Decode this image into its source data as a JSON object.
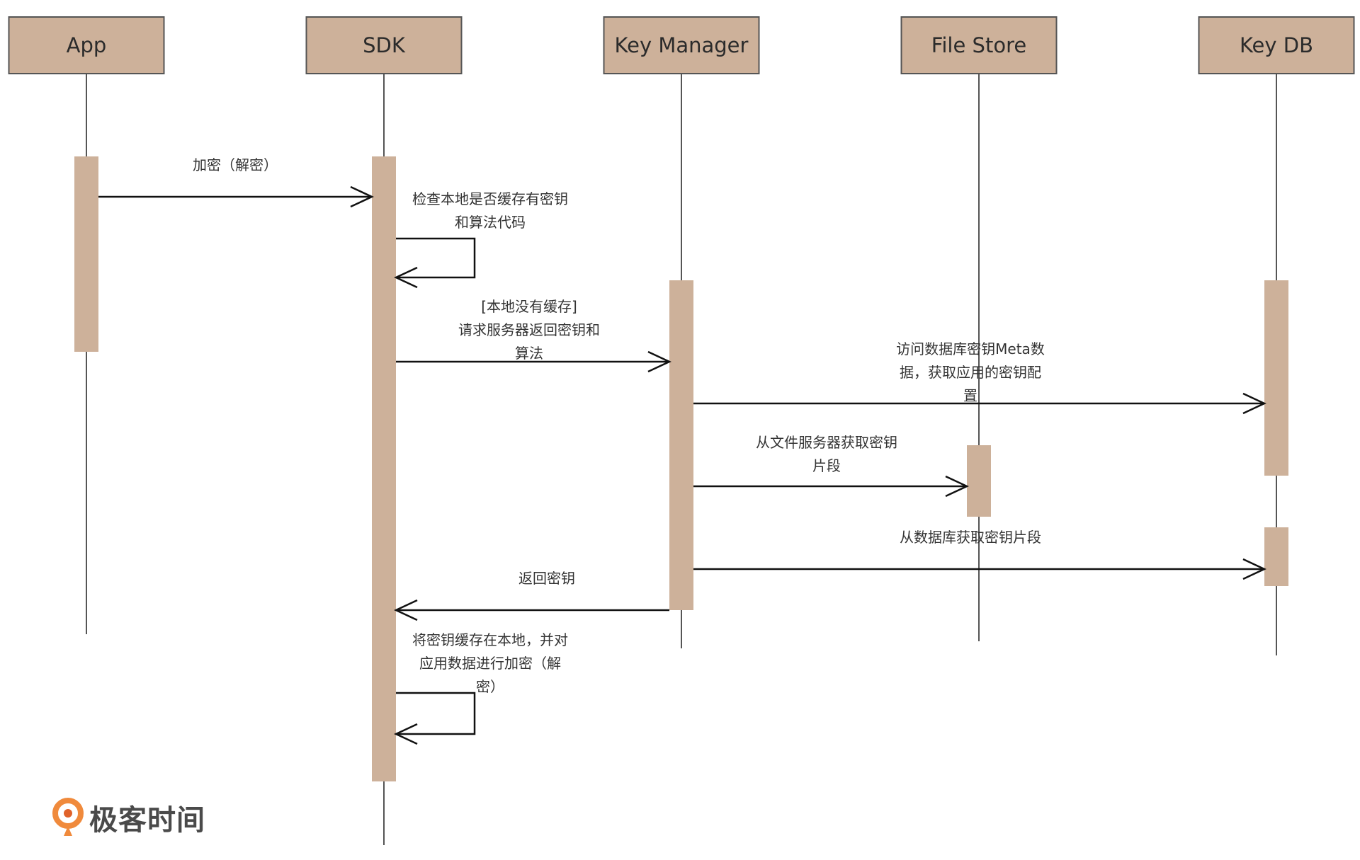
{
  "colors": {
    "box_fill": "#cdb19a",
    "box_stroke": "#555555",
    "line": "#555555",
    "activation": "#cdb19a",
    "arrow": "#111111",
    "text": "#333333"
  },
  "actors": [
    {
      "id": "app",
      "label": "App"
    },
    {
      "id": "sdk",
      "label": "SDK"
    },
    {
      "id": "key-manager",
      "label": "Key Manager"
    },
    {
      "id": "file-store",
      "label": "File Store"
    },
    {
      "id": "key-db",
      "label": "Key DB"
    }
  ],
  "messages": [
    {
      "id": "encrypt",
      "from": "app",
      "to": "sdk",
      "lines": [
        "加密（解密）"
      ]
    },
    {
      "id": "check-cache",
      "from": "sdk",
      "to": "sdk",
      "lines": [
        "检查本地是否缓存有密钥",
        "和算法代码"
      ]
    },
    {
      "id": "request-server",
      "from": "sdk",
      "to": "key-manager",
      "lines": [
        "[本地没有缓存]",
        "请求服务器返回密钥和",
        "算法"
      ]
    },
    {
      "id": "access-meta",
      "from": "key-manager",
      "to": "key-db",
      "lines": [
        "访问数据库密钥Meta数",
        "据，获取应用的密钥配",
        "置"
      ]
    },
    {
      "id": "file-fragment",
      "from": "key-manager",
      "to": "file-store",
      "lines": [
        "从文件服务器获取密钥",
        "片段"
      ]
    },
    {
      "id": "db-fragment",
      "from": "key-manager",
      "to": "key-db",
      "lines": [
        "从数据库获取密钥片段"
      ]
    },
    {
      "id": "return-key",
      "from": "key-manager",
      "to": "sdk",
      "lines": [
        "返回密钥"
      ]
    },
    {
      "id": "cache-and-encrypt",
      "from": "sdk",
      "to": "sdk",
      "lines": [
        "将密钥缓存在本地，并对",
        "应用数据进行加密（解",
        "密）"
      ]
    }
  ],
  "watermark": {
    "text": "极客时间",
    "icon": "geektime-logo-icon"
  }
}
